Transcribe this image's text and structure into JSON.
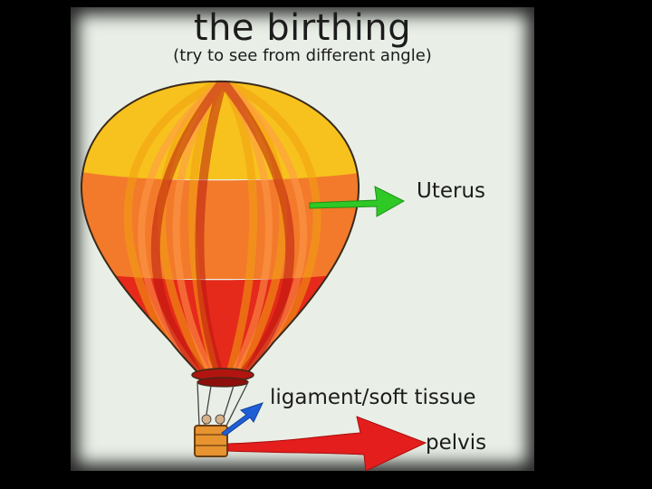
{
  "slide": {
    "title": "the birthing",
    "subtitle": "(try to see from different angle)"
  },
  "labels": {
    "uterus": "Uterus",
    "ligament": "ligament/soft tissue",
    "pelvis": "pelvis"
  },
  "colors": {
    "background": "#e9efe7",
    "balloon_top": "#f7c21d",
    "balloon_mid": "#f27a2a",
    "balloon_bottom": "#e52a1b",
    "uterus_arrow": "#2fc925",
    "ligament_arrow": "#1f5fd6",
    "pelvis_arrow": "#e41d1d"
  },
  "icons": [
    "hot-air-balloon-illustration",
    "green-arrow-icon",
    "blue-arrow-icon",
    "red-arrow-icon"
  ]
}
